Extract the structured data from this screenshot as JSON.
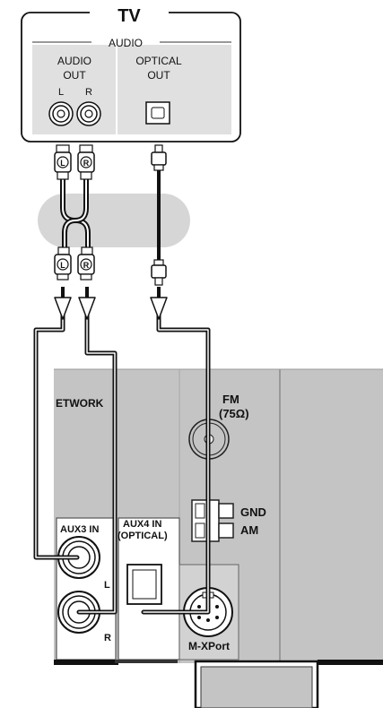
{
  "tv": {
    "title": "TV",
    "audio_group_label": "AUDIO",
    "audio_out_label_line1": "AUDIO",
    "audio_out_label_line2": "OUT",
    "left_channel": "L",
    "right_channel": "R",
    "optical_out_label_line1": "OPTICAL",
    "optical_out_label_line2": "OUT"
  },
  "cable_plugs": {
    "left_mark": "L",
    "right_mark": "R"
  },
  "receiver": {
    "network_label": "ETWORK",
    "fm_label_line1": "FM",
    "fm_label_line2": "(75Ω)",
    "gnd_label": "GND",
    "am_label": "AM",
    "aux3_label": "AUX3 IN",
    "aux4_label_line1": "AUX4 IN",
    "aux4_label_line2": "(OPTICAL)",
    "aux3_left_mark": "L",
    "aux3_right_mark": "R",
    "mxport_label": "M-XPort"
  },
  "colors": {
    "panel_gray": "#c4c4c4",
    "tv_section_gray": "#e0e0e0",
    "highlight_band": "#d6d6d6",
    "cable": "#111111"
  }
}
